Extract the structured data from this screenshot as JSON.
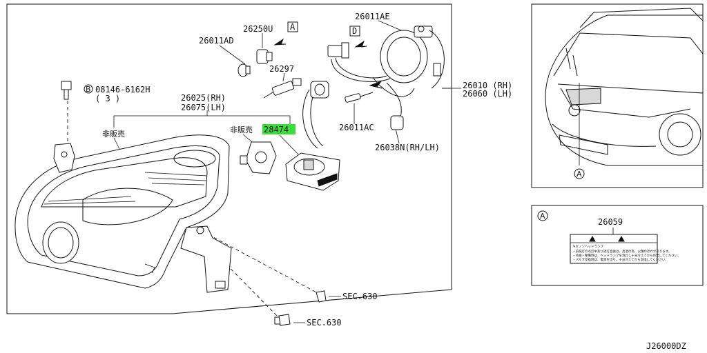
{
  "diagram_code": "J26000DZ",
  "highlight_color": "#3ddc3d",
  "labels": {
    "p26011AD": "26011AD",
    "p26250U": "26250U",
    "boxA": "A",
    "p26297": "26297",
    "p26011AE": "26011AE",
    "boxD": "D",
    "p08146": "08146-6162H",
    "p08146_circle": "B",
    "p08146_qty": "( 3 )",
    "p26025": "26025(RH)",
    "p26075": "26075(LH)",
    "notForSale1": "非販売",
    "notForSale2": "非販売",
    "p28474": "28474",
    "p26011AC": "26011AC",
    "p26010": "26010 (RH)",
    "p26060": "26060 (LH)",
    "p26038N": "26038N(RH/LH)",
    "sec630a": "SEC.630",
    "sec630b": "SEC.630"
  },
  "inset_car": {
    "callout": "A"
  },
  "inset_label": {
    "callout": "A",
    "part": "26059",
    "header_title": "キセノンヘッドランプ",
    "warning_lines": [
      "・前照灯の点灯中及び消灯直後は、高温の為、火傷の恐れがあります。",
      "・点検・整備時は、ヘッドランプを消灯し十分冷えてから作業してください。",
      "・バルブ交換時は、電源を切り、十分冷えてから交換してください。"
    ]
  }
}
